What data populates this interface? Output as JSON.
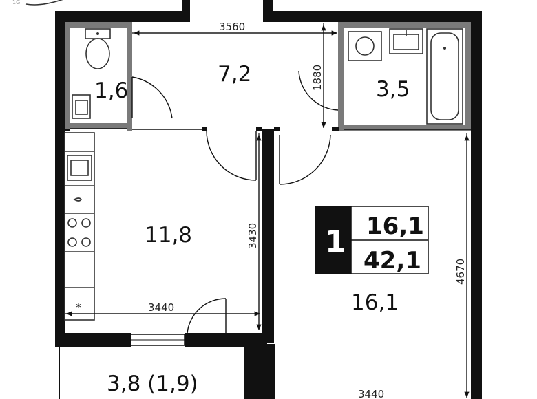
{
  "rooms": {
    "wc": "1,6",
    "hall": "7,2",
    "bath": "3,5",
    "kitchen": "11,8",
    "living": "16,1",
    "loggia": "3,8 (1,9)"
  },
  "dimensions": {
    "hall_width": "3560",
    "hall_depth": "1880",
    "kitchen_depth": "3430",
    "kitchen_width": "3440",
    "living_depth": "4670",
    "living_width": "3440"
  },
  "badge": {
    "rooms_count": "1",
    "living_area": "16,1",
    "total_area": "42,1"
  },
  "colors": {
    "wall": "#111111",
    "badge_bg": "#111111"
  }
}
